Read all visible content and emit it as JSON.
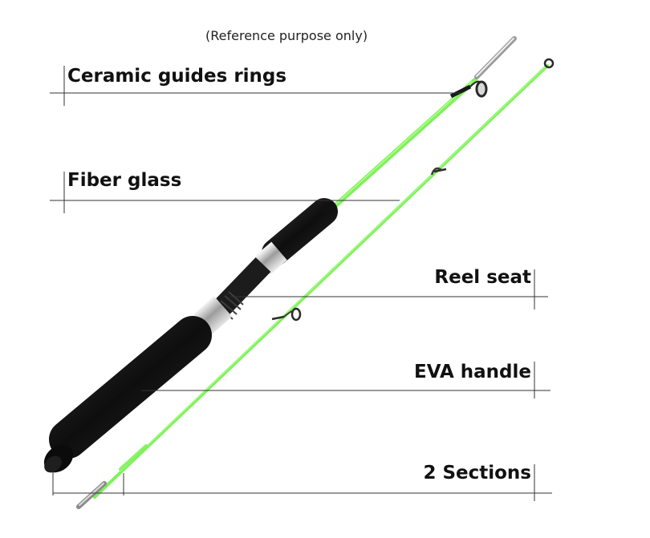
{
  "caption": "(Reference purpose only)",
  "labels": {
    "ceramic_guides": "Ceramic guides rings",
    "fiber_glass": "Fiber glass",
    "reel_seat": "Reel seat",
    "eva_handle": "EVA handle",
    "sections": "2 Sections"
  },
  "colors": {
    "blank_green": "#7ef15a",
    "handle_black": "#151515",
    "metal_silver": "#b9b9b9",
    "guide_dark": "#2a2a2a"
  }
}
